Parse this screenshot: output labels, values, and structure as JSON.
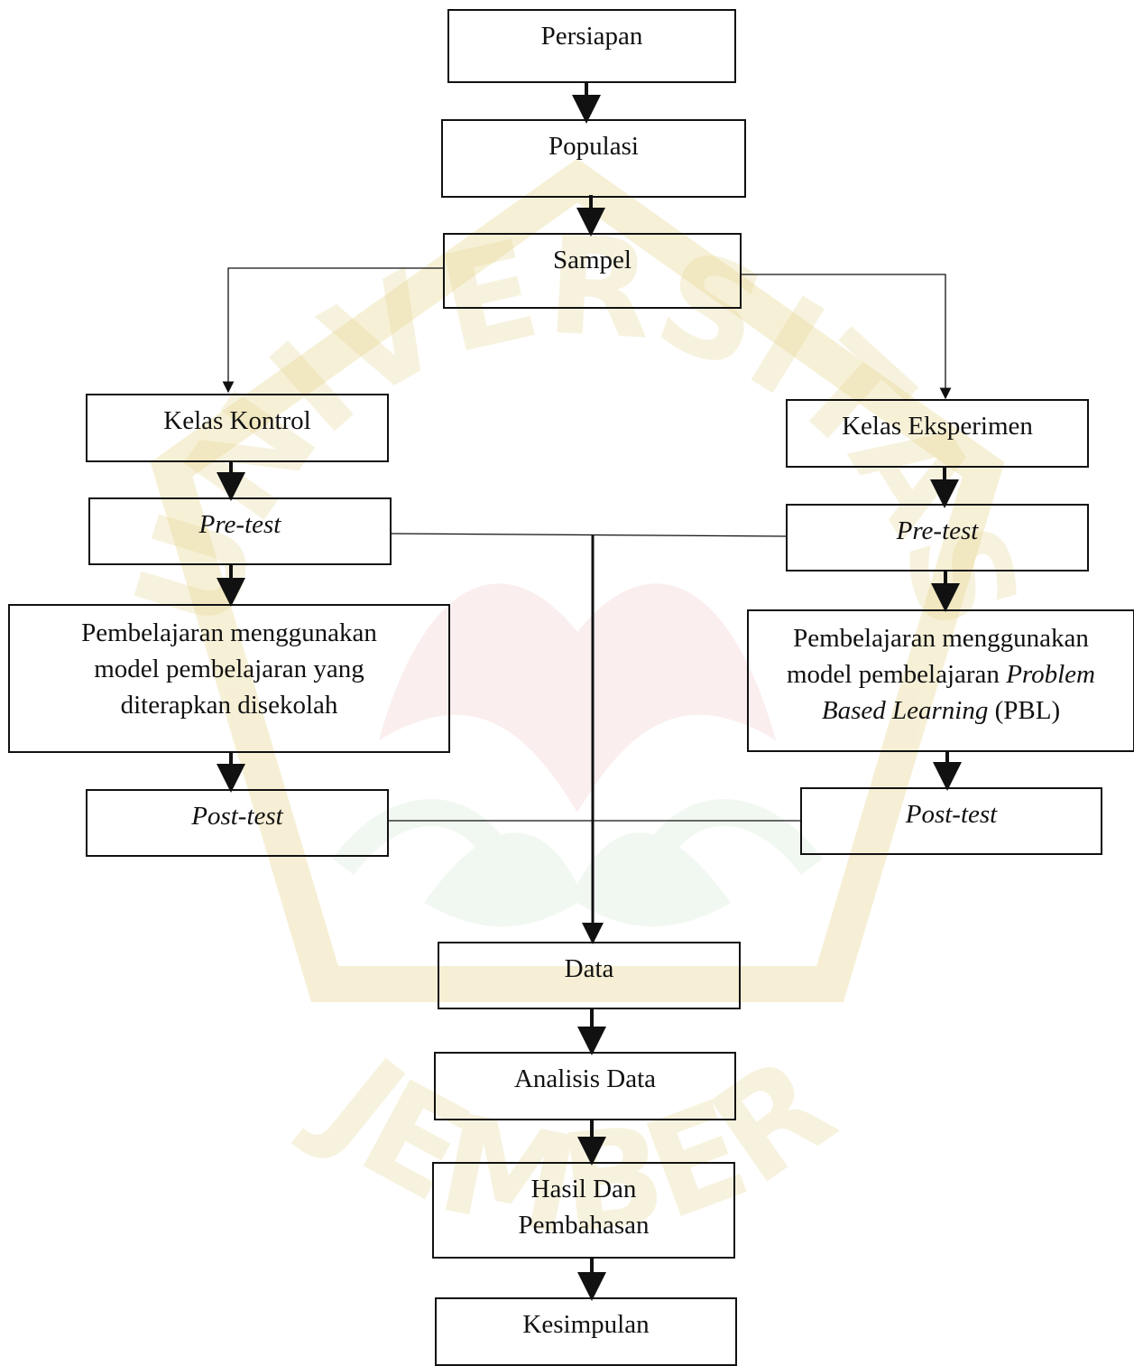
{
  "watermark": {
    "text_top": "UNIVERSITAS",
    "text_bottom": "JEMBER",
    "color": "#e6d38a",
    "accent_color": "#f2b8b8"
  },
  "flowchart": {
    "persiapan": "Persiapan",
    "populasi": "Populasi",
    "sampel": "Sampel",
    "control": {
      "title": "Kelas Kontrol",
      "pretest": "Pre-test",
      "learning_line1": "Pembelajaran menggunakan",
      "learning_line2": "model pembelajaran yang",
      "learning_line3": "diterapkan disekolah",
      "posttest": "Post-test"
    },
    "experiment": {
      "title": "Kelas Eksperimen",
      "pretest": "Pre-test",
      "learning_line1": "Pembelajaran menggunakan",
      "learning_line2_prefix": "model pembelajaran ",
      "learning_line2_italic": "Problem",
      "learning_line3_italic": "Based Learning",
      "learning_line3_suffix": " (PBL)",
      "posttest": "Post-test"
    },
    "data": "Data",
    "analisis": "Analisis Data",
    "hasil_line1": "Hasil Dan",
    "hasil_line2": "Pembahasan",
    "kesimpulan": "Kesimpulan"
  }
}
